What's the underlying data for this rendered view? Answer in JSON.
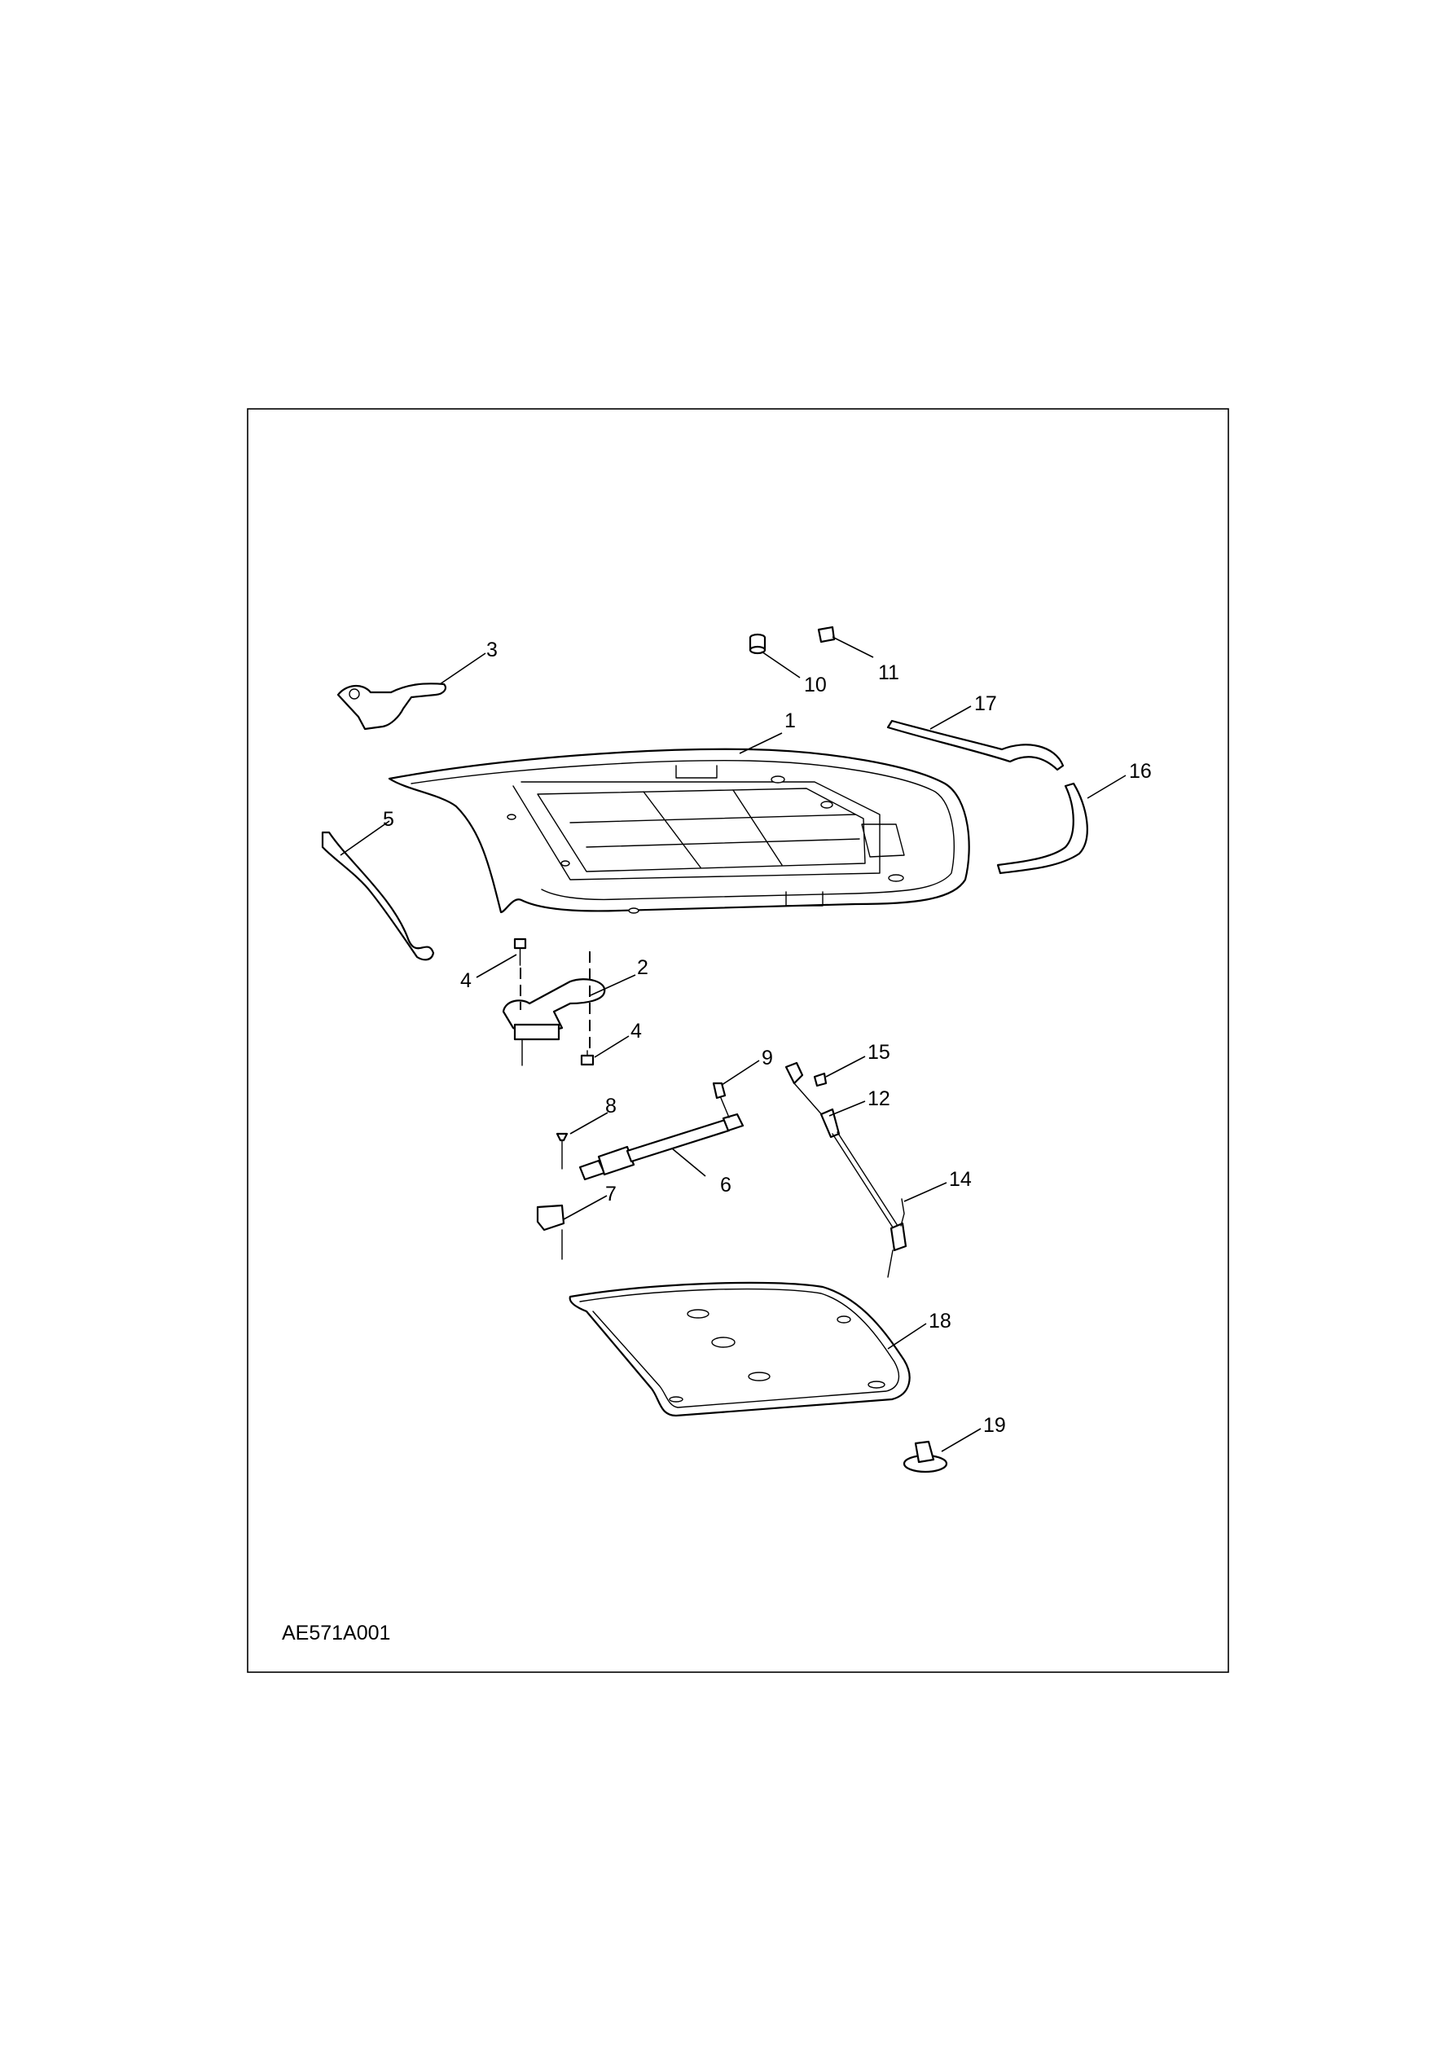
{
  "figure_code": "AE571A001",
  "callouts": [
    {
      "id": "1",
      "label": "1"
    },
    {
      "id": "2",
      "label": "2"
    },
    {
      "id": "3",
      "label": "3"
    },
    {
      "id": "4a",
      "label": "4"
    },
    {
      "id": "4b",
      "label": "4"
    },
    {
      "id": "5",
      "label": "5"
    },
    {
      "id": "6",
      "label": "6"
    },
    {
      "id": "7",
      "label": "7"
    },
    {
      "id": "8",
      "label": "8"
    },
    {
      "id": "9",
      "label": "9"
    },
    {
      "id": "10",
      "label": "10"
    },
    {
      "id": "11",
      "label": "11"
    },
    {
      "id": "12",
      "label": "12"
    },
    {
      "id": "14",
      "label": "14"
    },
    {
      "id": "15",
      "label": "15"
    },
    {
      "id": "16",
      "label": "16"
    },
    {
      "id": "17",
      "label": "17"
    },
    {
      "id": "18",
      "label": "18"
    },
    {
      "id": "19",
      "label": "19"
    }
  ]
}
